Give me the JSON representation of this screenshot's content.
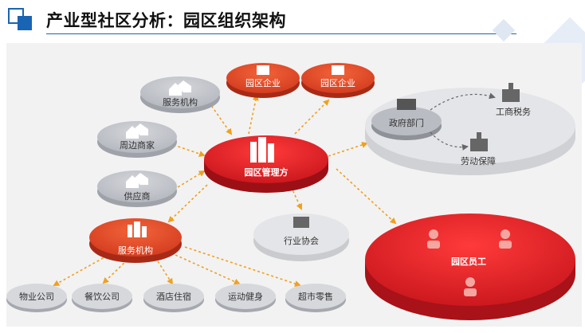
{
  "header": {
    "title": "产业型社区分析：园区组织架构"
  },
  "nodes": {
    "service_top": "服务机构",
    "neighbor_merchant": "周边商家",
    "supplier": "供应商",
    "park_enterprise_1": "园区企业",
    "park_enterprise_2": "园区企业",
    "park_management": "园区管理方",
    "government": "政府部门",
    "business_tax": "工商税务",
    "labor_security": "劳动保障",
    "industry_association": "行业协会",
    "park_employees": "园区员工",
    "service_org": "服务机构",
    "property": "物业公司",
    "catering": "餐饮公司",
    "hotel": "酒店住宿",
    "fitness": "运动健身",
    "supermarket": "超市零售"
  },
  "colors": {
    "red": "#d8242a",
    "orange_red": "#e0452a",
    "gray": "#c4c6cc",
    "light_gray": "#e2e2e4",
    "accent_blue": "#1a64b4",
    "arrow": "#f0a020"
  }
}
